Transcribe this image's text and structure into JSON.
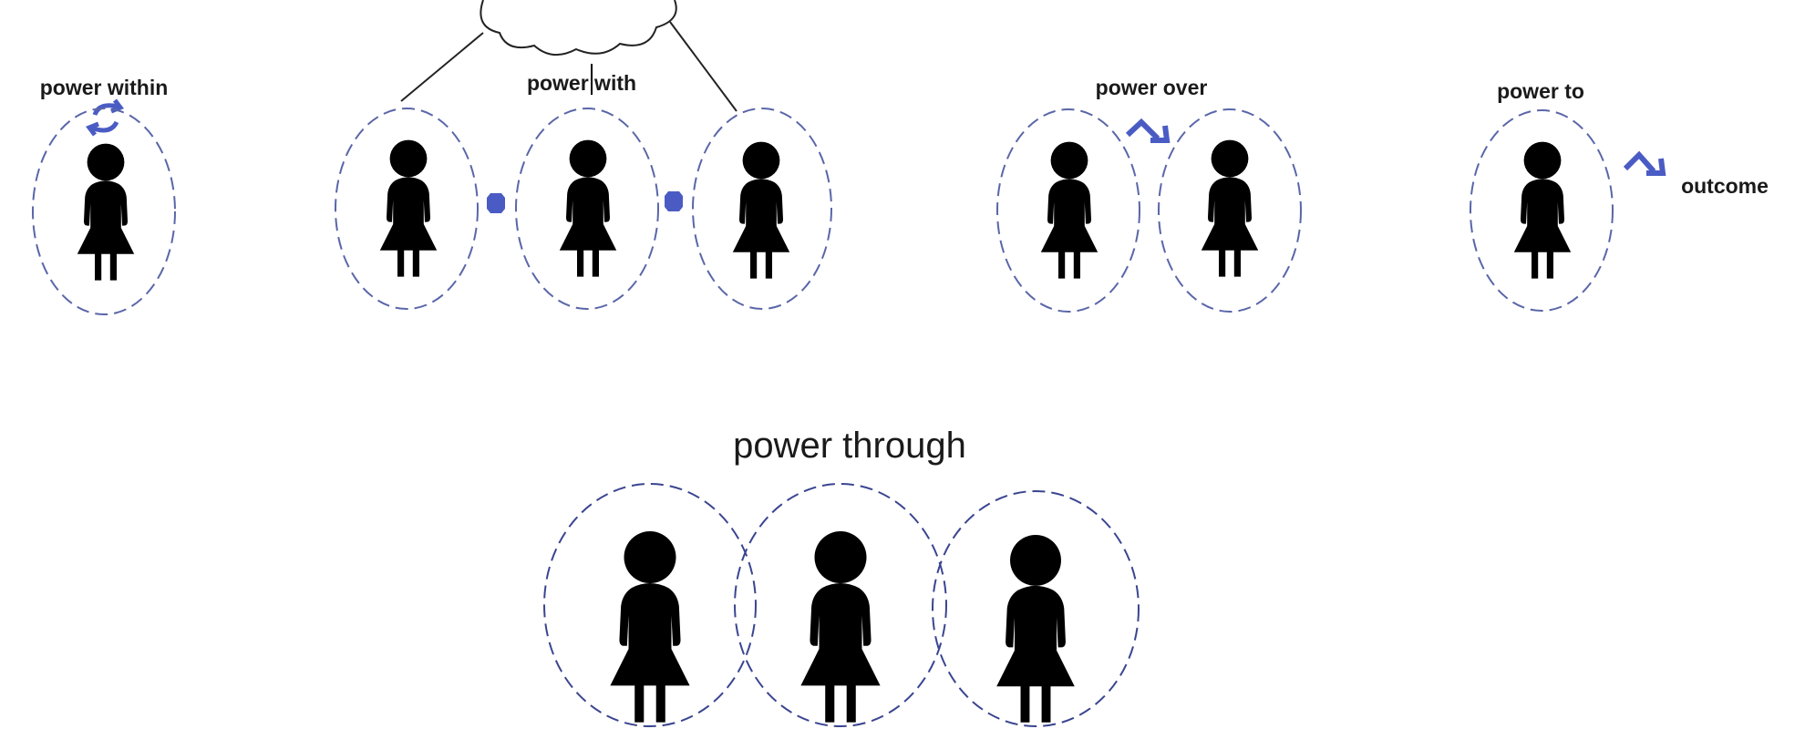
{
  "colors": {
    "ring": "#5a66a8",
    "accent": "#4a5cc4",
    "figure": "#000000"
  },
  "labels": {
    "power_within": "power within",
    "power_with": "power with",
    "power_over": "power over",
    "power_to": "power to",
    "outcome": "outcome",
    "power_through": "power through"
  }
}
